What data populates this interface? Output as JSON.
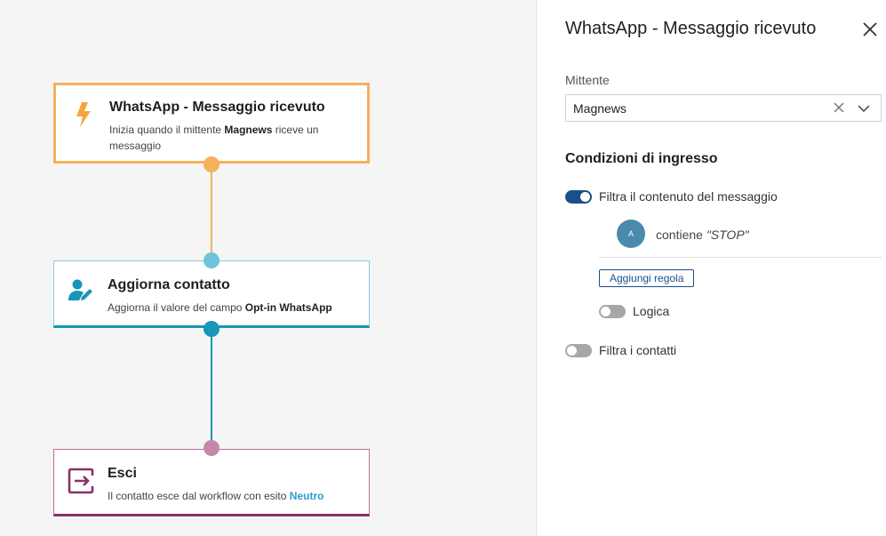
{
  "workflow": {
    "trigger": {
      "title": "WhatsApp - Messaggio ricevuto",
      "desc_prefix": "Inizia quando il mittente ",
      "desc_bold": "Magnews",
      "desc_suffix": " riceve un messaggio",
      "icon": "lightning-icon",
      "color": "#f6b15c"
    },
    "update": {
      "title": "Aggiorna contatto",
      "desc_prefix": "Aggiorna il valore del campo ",
      "desc_bold": "Opt-in WhatsApp",
      "icon": "user-edit-icon",
      "color": "#1796b8"
    },
    "exit": {
      "title": "Esci",
      "desc_prefix": "Il contatto esce dal workflow con esito ",
      "desc_bold": "Neutro",
      "icon": "exit-icon",
      "color": "#8a2f67"
    }
  },
  "panel": {
    "title": "WhatsApp - Messaggio ricevuto",
    "sender_label": "Mittente",
    "sender_value": "Magnews",
    "section_title": "Condizioni di ingresso",
    "filter_message_label": "Filtra il contenuto del messaggio",
    "filter_message_on": true,
    "rule": {
      "avatar": "A",
      "prefix": "contiene ",
      "value": "\"STOP\""
    },
    "add_rule_label": "Aggiungi regola",
    "logic_label": "Logica",
    "logic_on": false,
    "filter_contacts_label": "Filtra i contatti",
    "filter_contacts_on": false,
    "accent": "#1b4f8a"
  }
}
